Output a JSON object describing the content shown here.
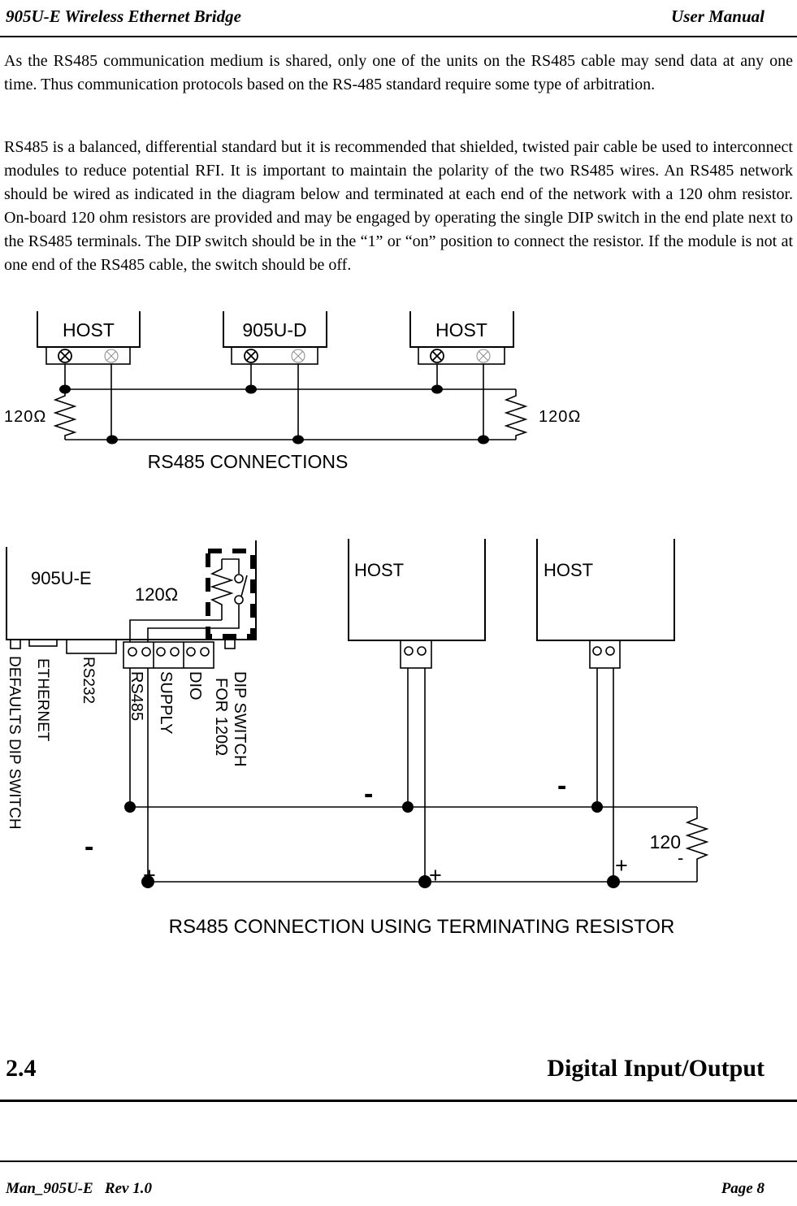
{
  "header": {
    "title_left": "905U-E Wireless Ethernet Bridge",
    "title_right": "User Manual"
  },
  "paragraphs": {
    "p1": "As the RS485 communication medium is shared, only one of the units on the RS485 cable may send data at any one time.   Thus communication protocols based on the RS-485 standard require some type of arbitration.",
    "p2": "RS485 is a balanced, differential standard but it is recommended that shielded, twisted pair cable be used to interconnect modules to reduce potential RFI. It is important to maintain the polarity of the two RS485 wires. An RS485 network should be wired as indicated in the diagram below and terminated at each end of the network with a 120 ohm resistor.  On-board 120 ohm resistors are provided and may be engaged by operating the single DIP switch in the end plate next to the RS485 terminals.  The DIP switch should be in the “1” or “on” position to connect the resistor. If the module is not at one end of the RS485 cable,  the switch should be off."
  },
  "diagram1": {
    "devices": [
      {
        "label": "HOST"
      },
      {
        "label": "905U-D"
      },
      {
        "label": "HOST"
      }
    ],
    "resistor_left_label": "120Ω",
    "resistor_right_label": "120Ω",
    "caption": "RS485 CONNECTIONS"
  },
  "diagram2": {
    "module_label": "905U-E",
    "internal_resistor_label": "120Ω",
    "ports": {
      "defaults": "DEFAULTS DIP SWITCH",
      "ethernet": "ETHERNET",
      "rs232": "RS232",
      "rs485": "RS485",
      "supply": "SUPPLY",
      "dio": "DIO",
      "dip_switch_line1": "DIP SWITCH",
      "dip_switch_line2": "FOR 120Ω"
    },
    "host1_label": "HOST",
    "host2_label": "HOST",
    "bus": {
      "minus_label": "-",
      "plus_label": "+",
      "terminator_label": "120",
      "terminator_minus": "-"
    },
    "caption": "RS485 CONNECTION USING TERMINATING RESISTOR"
  },
  "section": {
    "number": "2.4",
    "title": "Digital Input/Output"
  },
  "footer": {
    "left": "Man_905U-E   Rev 1.0",
    "right": "Page 8"
  }
}
